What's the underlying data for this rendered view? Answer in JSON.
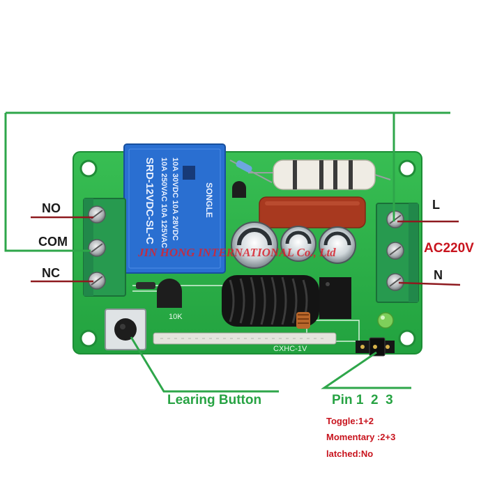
{
  "terminals_left": {
    "no": "NO",
    "com": "COM",
    "nc": "NC"
  },
  "terminals_right": {
    "l": "L",
    "n": "N",
    "voltage": "AC220V"
  },
  "watermark": "JIN HONG INTERNATIONAL Co., Ltd",
  "relay": {
    "brand": "SONGLE",
    "model": "SRD-12VDC-SL-C",
    "rating_lines": [
      "10A 250VAC 10A 125VAC",
      "10A 30VDC 10A 28VDC"
    ]
  },
  "board_marks": {
    "resistor": "10K",
    "module": "CXHC-1V"
  },
  "button_label": "Learing Button",
  "pin_label": "Pin 1  2  3",
  "modes": [
    "Toggle:1+2",
    "Momentary :2+3",
    "latched:No"
  ],
  "colors": {
    "board": "#2fb24a",
    "wire": "#2ea64a",
    "relay": "#2a6fd1",
    "terminal": "#279a4f",
    "accent_red": "#c8141e"
  }
}
